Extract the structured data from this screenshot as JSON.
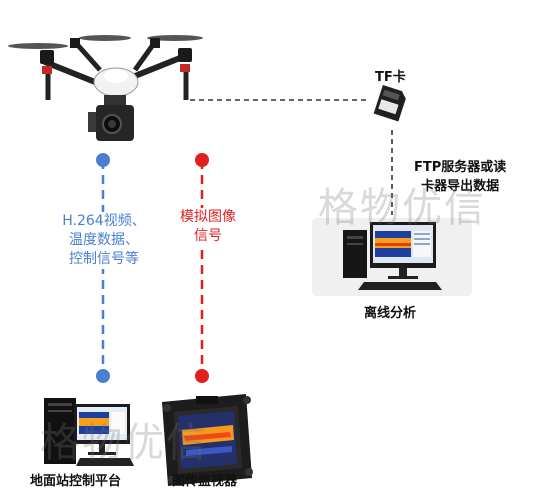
{
  "labels": {
    "tf_card": "TF卡",
    "ftp_line1": "FTP服务器或读",
    "ftp_line2": "卡器导出数据",
    "offline": "离线分析",
    "ground": "地面站控制平台",
    "monitor": "图传监视器"
  },
  "blue_link": {
    "lines": [
      "H.264视频、",
      "温度数据、",
      "控制信号等"
    ],
    "color": "#4a7fcf"
  },
  "red_link": {
    "lines": [
      "模拟图像",
      "信号"
    ],
    "color": "#e02020"
  },
  "watermark": "格物优信",
  "icons": {
    "drone": "drone-icon",
    "sd_card": "sd-card-icon",
    "pc": "desktop-computer-icon",
    "tablet": "rugged-tablet-icon"
  }
}
